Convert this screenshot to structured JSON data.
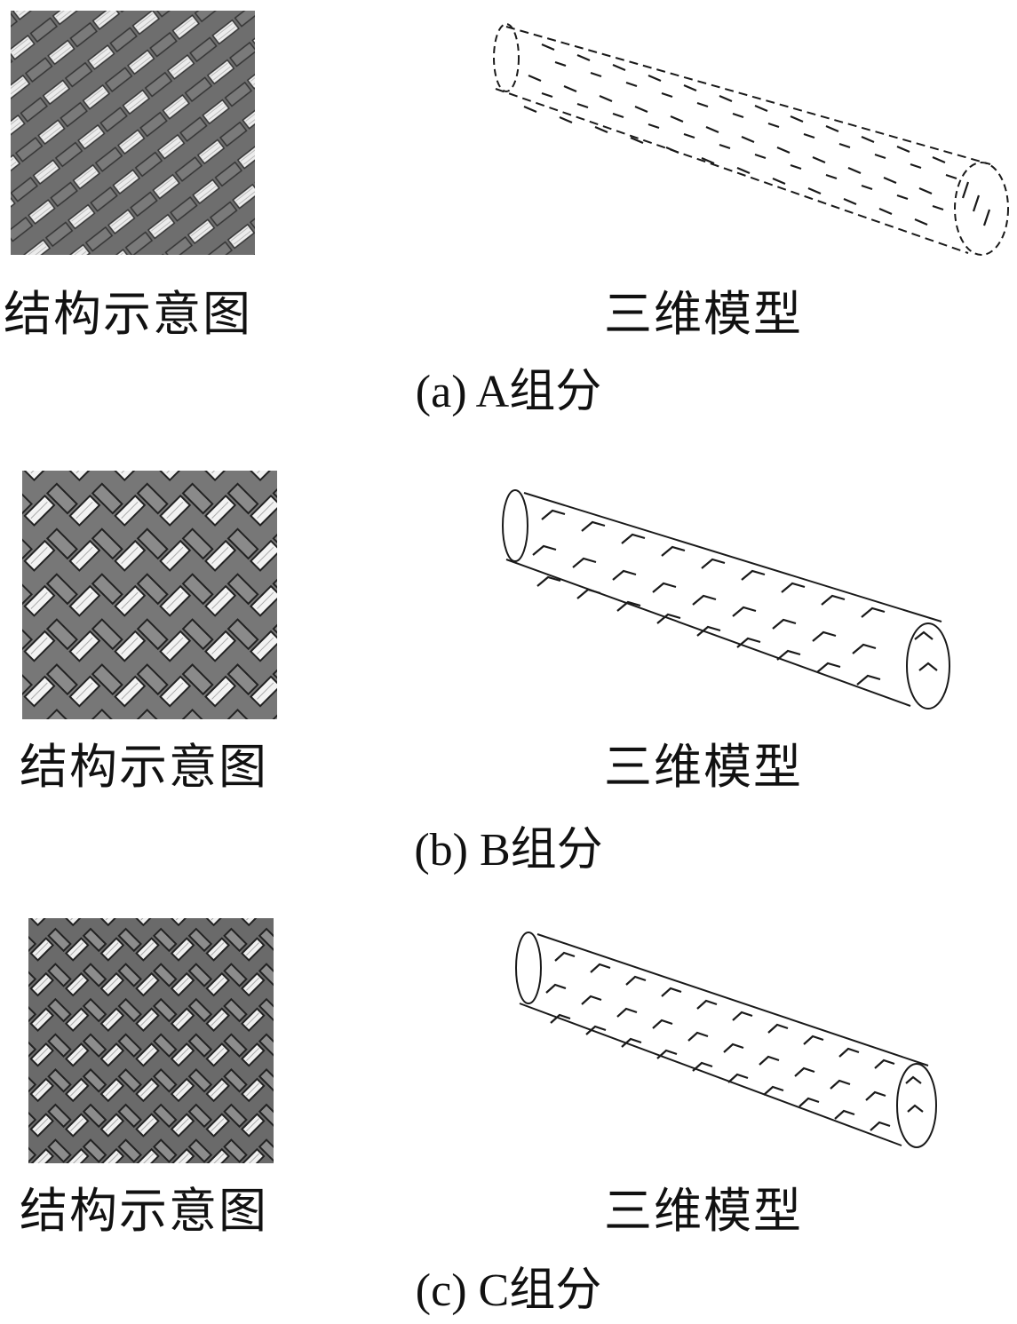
{
  "panels": [
    {
      "id": "a",
      "structure_label": "结构示意图",
      "model_label": "三维模型",
      "caption": "(a) A组分"
    },
    {
      "id": "b",
      "structure_label": "结构示意图",
      "model_label": "三维模型",
      "caption": "(b) B组分"
    },
    {
      "id": "c",
      "structure_label": "结构示意图",
      "model_label": "三维模型",
      "caption": "(c) C组分"
    }
  ],
  "colors": {
    "dark_strip": "#6e6e6e",
    "light_strip": "#e9e9e9",
    "outline": "#1a1a1a",
    "background": "#ffffff"
  }
}
